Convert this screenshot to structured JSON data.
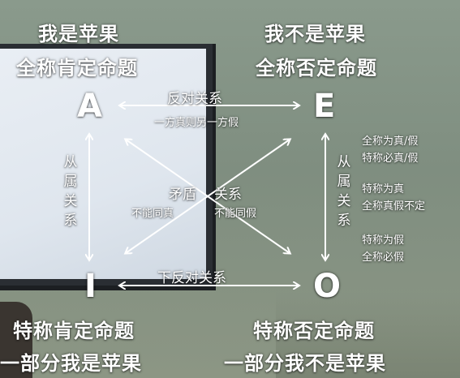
{
  "corners": {
    "A": {
      "letter": "A",
      "title": "我是苹果",
      "subtitle": "全称肯定命题"
    },
    "E": {
      "letter": "E",
      "title": "我不是苹果",
      "subtitle": "全称否定命题"
    },
    "I": {
      "letter": "I",
      "title": "特称肯定命题",
      "subtitle": "一部分我是苹果"
    },
    "O": {
      "letter": "O",
      "title": "特称否定命题",
      "subtitle": "一部分我不是苹果"
    }
  },
  "relations": {
    "contrary": {
      "label": "反对关系",
      "note": "一方真则另一方假"
    },
    "contradictory": {
      "label1": "矛盾",
      "label2": "关系",
      "note1": "不能同真",
      "note2": "不能同假"
    },
    "subcontrary": {
      "label": "下反对关系"
    },
    "subalternation_left": {
      "label": "从属关系"
    },
    "subalternation_right": {
      "label": "从属关系"
    }
  },
  "right_notes": [
    "全称为真/假",
    "特称必真/假",
    "特称为真",
    "全称真假不定",
    "特称为假",
    "全称必假"
  ],
  "colors": {
    "text": "#ffffff",
    "arrow": "#ffffff"
  }
}
